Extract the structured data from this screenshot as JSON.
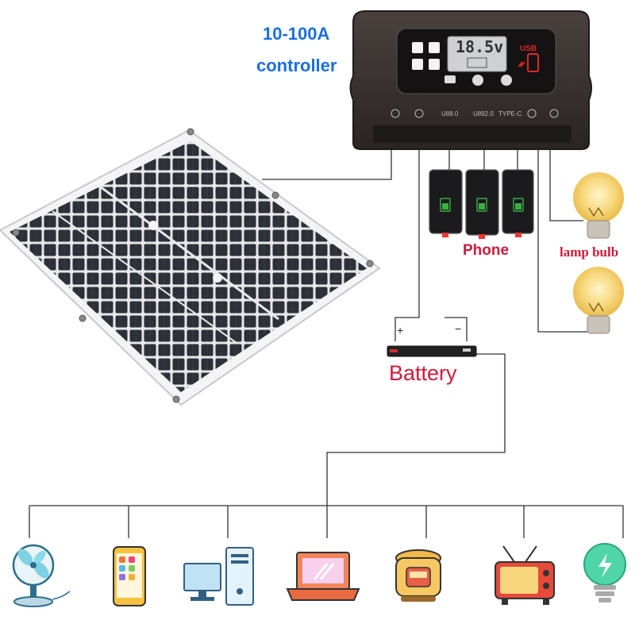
{
  "controller": {
    "label_line1": "10-100A",
    "label_line2": "controller",
    "lcd_value": "18.5v",
    "usb_text": "USB",
    "status_text_1": "U88.0",
    "status_text_2": "U892.0",
    "status_text_3": "TYPE-C"
  },
  "labels": {
    "phone": "Phone",
    "lamp": "lamp bulb",
    "battery": "Battery",
    "plus": "+",
    "minus": "−"
  },
  "appliances": [
    "fan-icon",
    "smartphone-icon",
    "desktop-computer-icon",
    "laptop-icon",
    "rice-cooker-icon",
    "tv-icon",
    "light-bulb-icon"
  ],
  "colors": {
    "title_blue": "#1a6fe0",
    "label_red": "#d01a3a",
    "controller_body": "#3a3230",
    "panel_cell": "#2c2f36",
    "wire": "#333333"
  }
}
